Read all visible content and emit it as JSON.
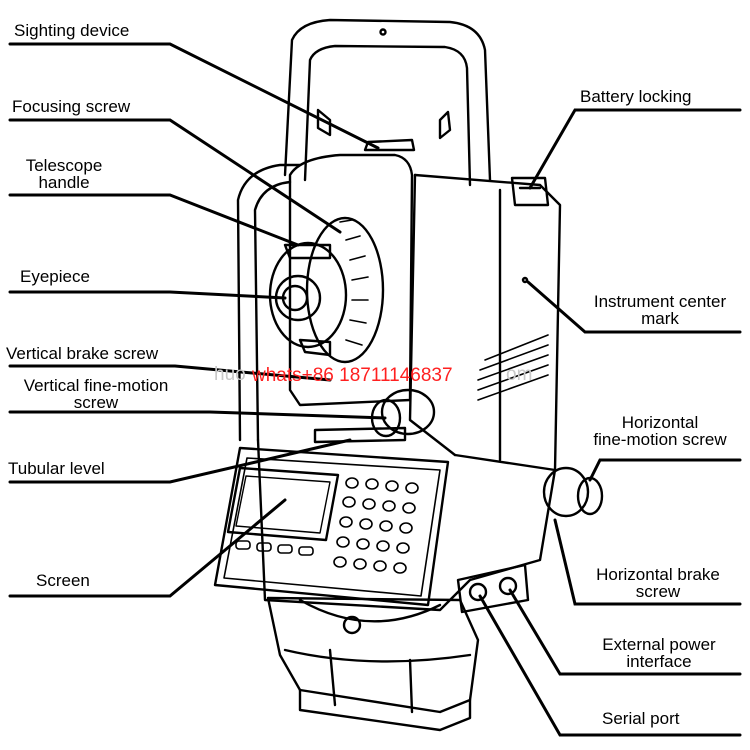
{
  "labels": {
    "sighting_device": "Sighting device",
    "focusing_screw": "Focusing screw",
    "telescope_handle": [
      "Telescope",
      "handle"
    ],
    "eyepiece": "Eyepiece",
    "vertical_brake_screw": "Vertical brake screw",
    "vertical_fine_motion_screw": [
      "Vertical fine-motion",
      "screw"
    ],
    "tubular_level": "Tubular level",
    "screen": "Screen",
    "battery_locking": "Battery locking",
    "instrument_center_mark": [
      "Instrument center",
      "mark"
    ],
    "horizontal_fine_motion_screw": [
      "Horizontal",
      "fine-motion screw"
    ],
    "horizontal_brake_screw": [
      "Horizontal brake",
      "screw"
    ],
    "external_power_interface": [
      "External power",
      "interface"
    ],
    "serial_port": "Serial port"
  },
  "watermark": {
    "text": "whats+86 18711146837",
    "faint_left": "huo",
    "faint_right": "om"
  },
  "colors": {
    "line": "#000000",
    "watermark": "#ff2020"
  }
}
